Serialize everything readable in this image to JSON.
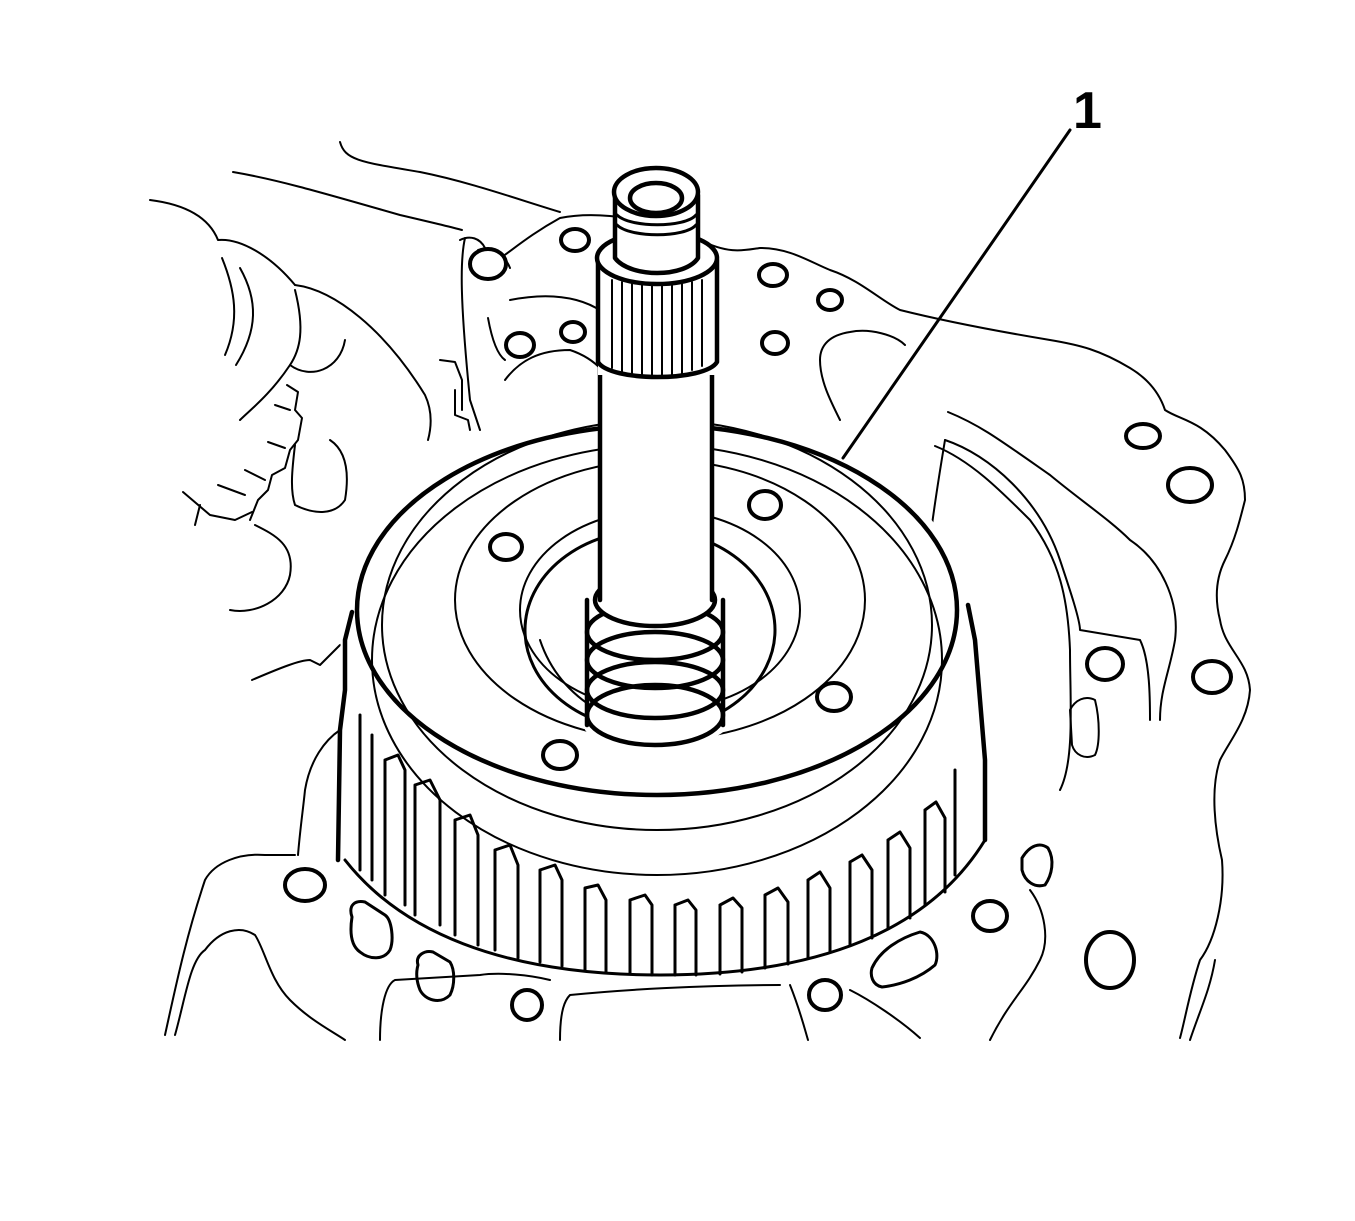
{
  "figure": {
    "description": "Transmission clutch housing with input shaft installed in case (service illustration)",
    "colors": {
      "line": "#000000",
      "background": "#ffffff"
    },
    "callouts": [
      {
        "number": "1",
        "target": "clutch housing outer rim"
      }
    ]
  }
}
